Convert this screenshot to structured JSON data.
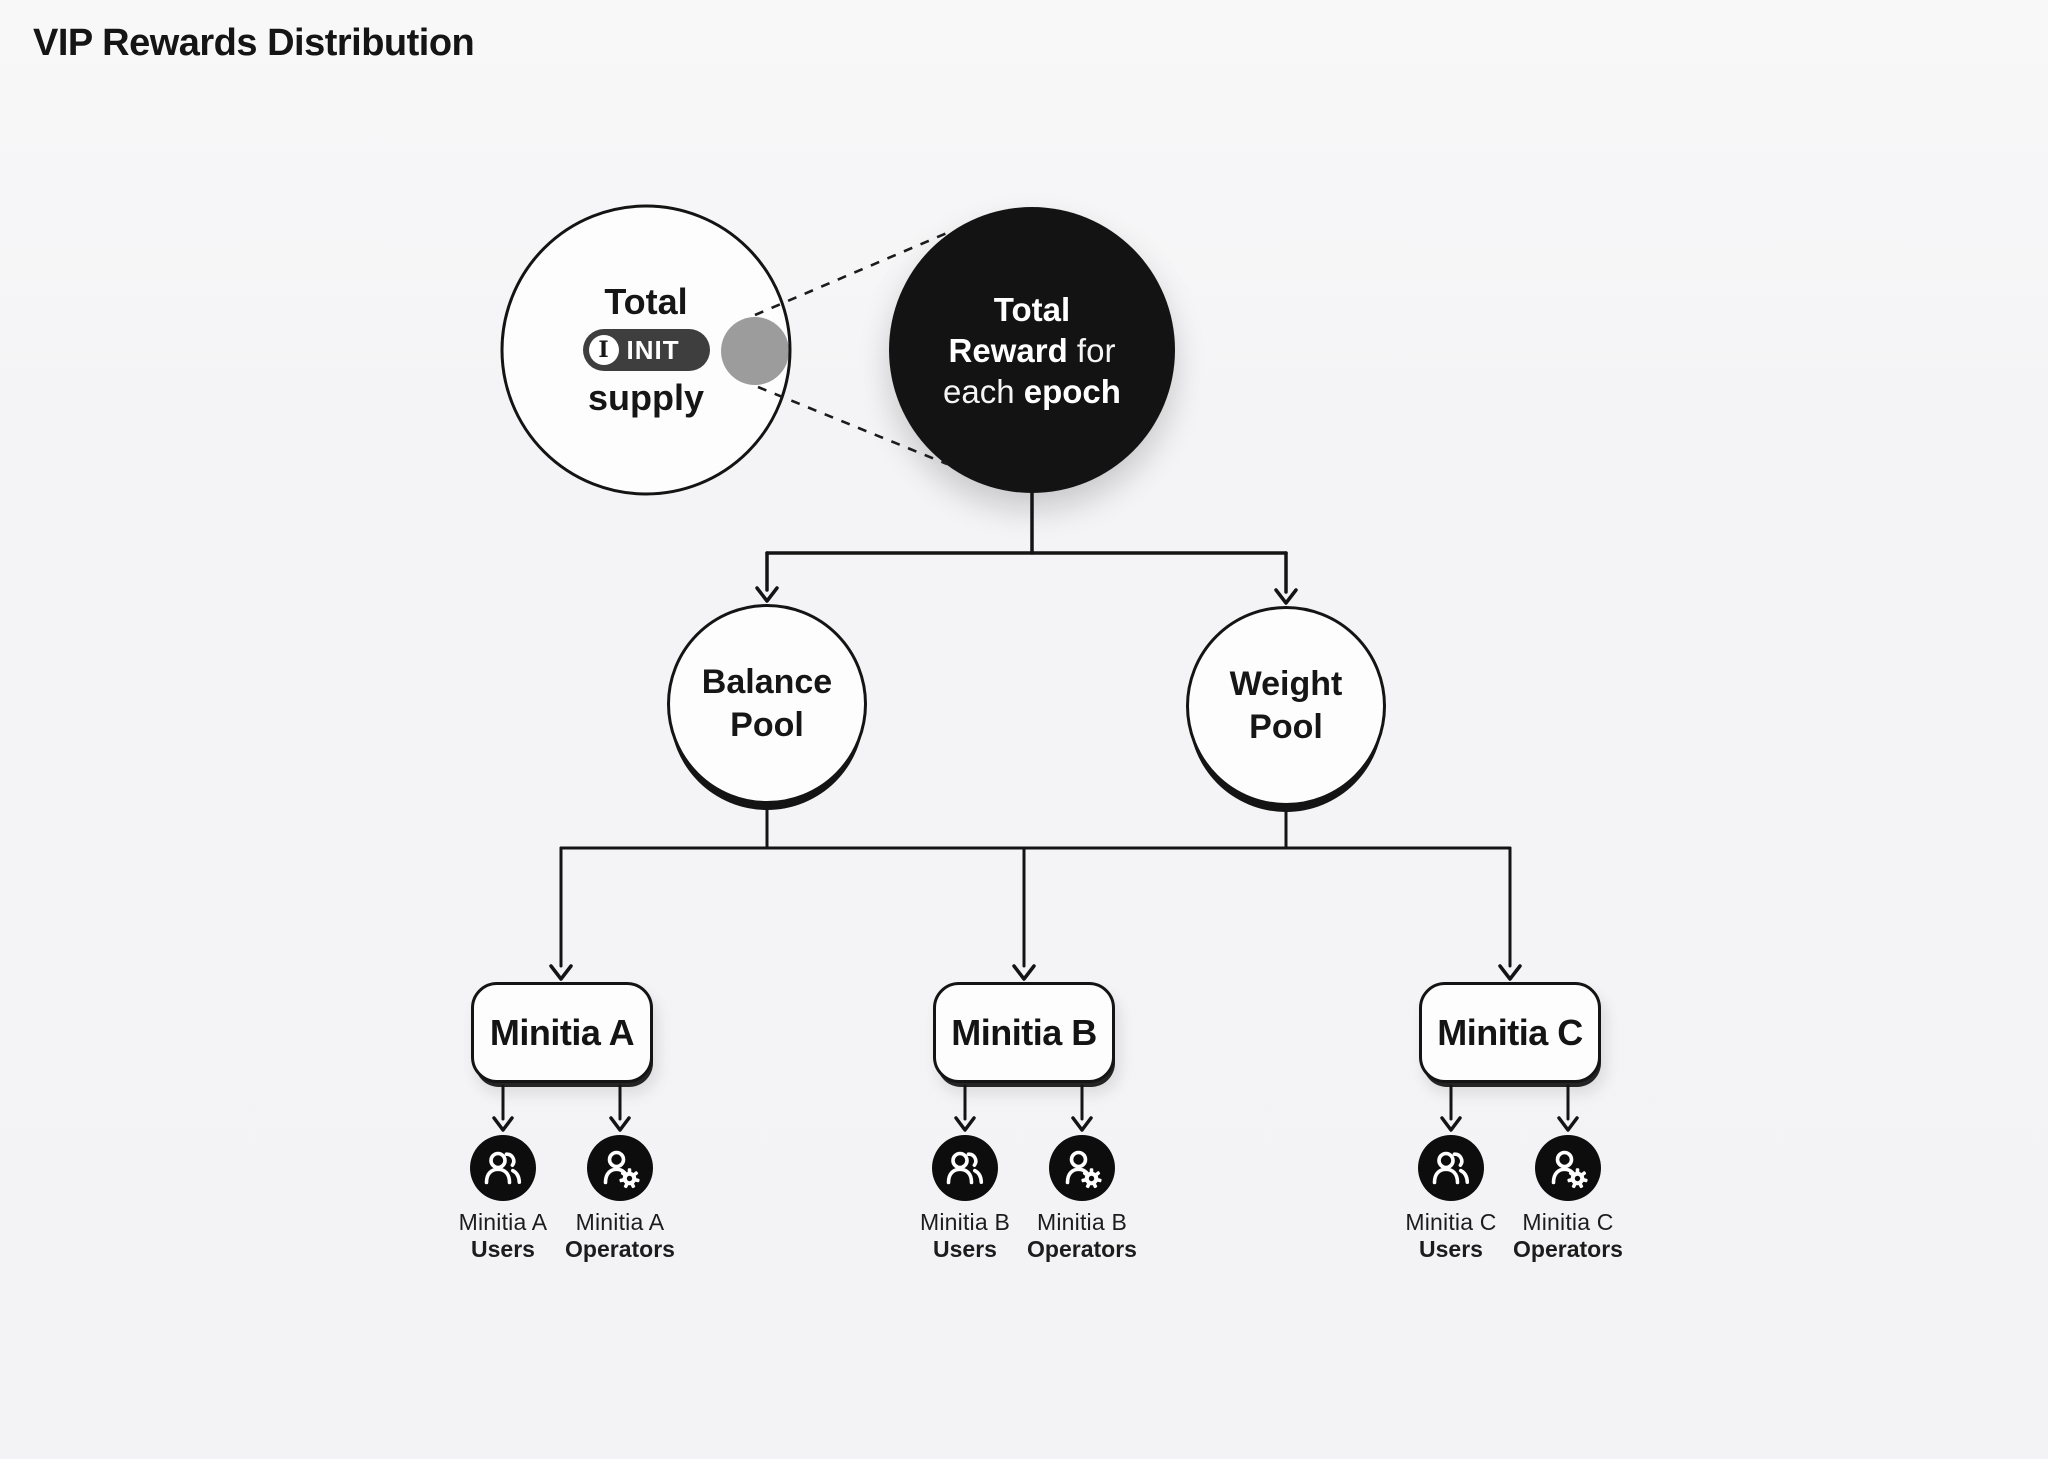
{
  "title": "VIP Rewards Distribution",
  "supply_node": {
    "line1": "Total",
    "badge_symbol": "I",
    "badge_text": "INIT",
    "line2": "supply"
  },
  "reward_node": {
    "l1": "Total",
    "l2_bold": "Reward",
    "l2_light": " for",
    "l3_light": "each ",
    "l3_bold": "epoch"
  },
  "balance_pool": {
    "line1": "Balance",
    "line2": "Pool"
  },
  "weight_pool": {
    "line1": "Weight",
    "line2": "Pool"
  },
  "minitias": [
    {
      "name": "Minitia A",
      "users": {
        "line1": "Minitia A",
        "line2": "Users"
      },
      "operators": {
        "line1": "Minitia A",
        "line2": "Operators"
      }
    },
    {
      "name": "Minitia B",
      "users": {
        "line1": "Minitia B",
        "line2": "Users"
      },
      "operators": {
        "line1": "Minitia B",
        "line2": "Operators"
      }
    },
    {
      "name": "Minitia C",
      "users": {
        "line1": "Minitia C",
        "line2": "Users"
      },
      "operators": {
        "line1": "Minitia C",
        "line2": "Operators"
      }
    }
  ],
  "colors": {
    "background": "#f5f5f6",
    "ink": "#141414",
    "node_black": "#131313",
    "gray_dot": "#9c9c9c",
    "badge_bg": "#3e3e3e"
  }
}
